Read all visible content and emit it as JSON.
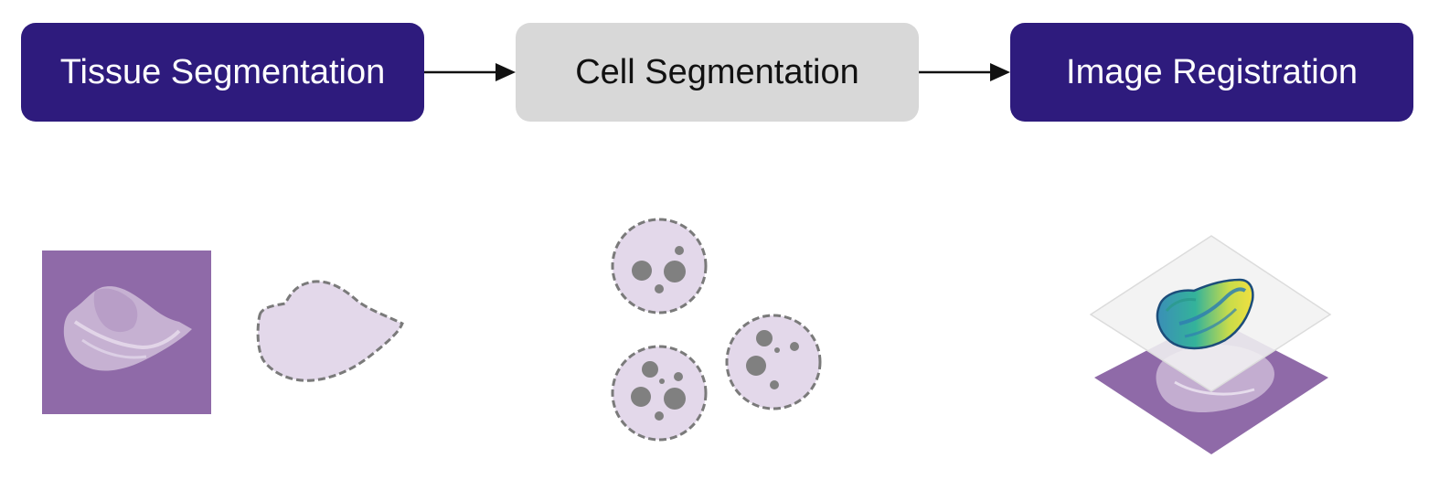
{
  "pipeline": {
    "stages": [
      {
        "label": "Tissue Segmentation",
        "state": "active"
      },
      {
        "label": "Cell Segmentation",
        "state": "inactive"
      },
      {
        "label": "Image Registration",
        "state": "active"
      }
    ]
  },
  "colors": {
    "active_box": "#2e1b7d",
    "inactive_box": "#d8d8d8",
    "tissue_purple": "#8f6aa8",
    "segment_fill": "#e3d8ea",
    "dashed_outline": "#7a7a7a",
    "nucleus": "#808080",
    "arrow": "#111111"
  },
  "icons": [
    "arrow-right-icon",
    "tissue-image-icon",
    "tissue-mask-icon",
    "cell-icon",
    "registration-stack-icon"
  ]
}
